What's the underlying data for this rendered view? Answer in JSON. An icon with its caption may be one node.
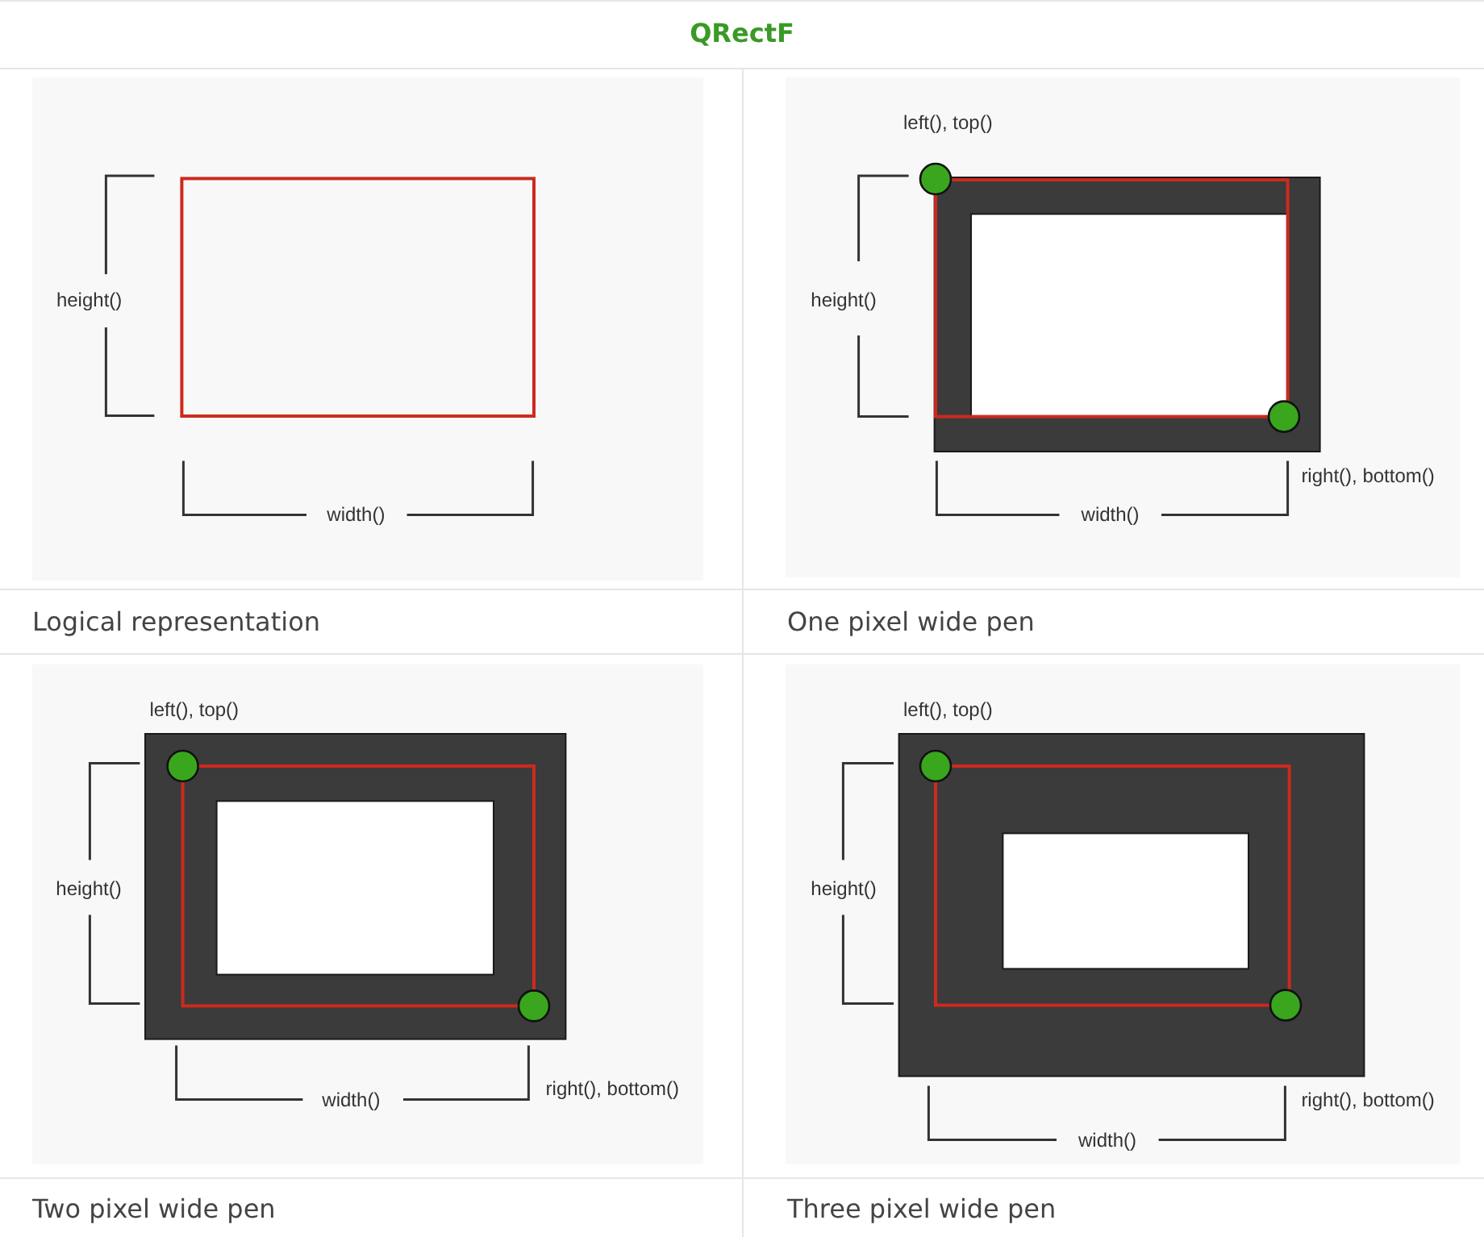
{
  "diagram": {
    "title": "QRectF",
    "labels": [
      "height()",
      "width()",
      "left(), top()",
      "height()",
      "right(), bottom()",
      "width()",
      "Logical representation",
      "One pixel wide pen",
      "left(), top()",
      "height()",
      "right(), bottom()",
      "width()",
      "left(), top()",
      "height()",
      "right(), bottom()",
      "width()",
      "Two pixel wide pen",
      "Three pixel wide pen"
    ]
  }
}
